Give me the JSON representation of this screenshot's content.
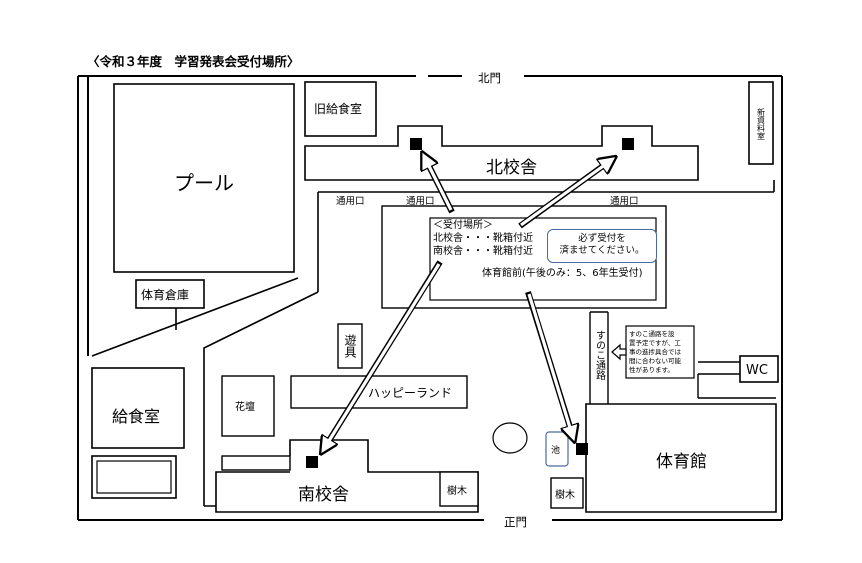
{
  "title": "〈令和３年度　学習発表会受付場所〉",
  "gates": {
    "north": "北門",
    "south": "正門"
  },
  "buildings": {
    "pool": "プール",
    "old_kitchen": "旧給食室",
    "new_material_room": "新資料室",
    "north_school": "北校舎",
    "pe_storage": "体育倉庫",
    "kitchen": "給食室",
    "flower_bed": "花壇",
    "happy_land": "ハッピーランド",
    "playground_equipment": "遊具",
    "south_school": "南校舎",
    "trees_left": "樹木",
    "trees_right": "樹木",
    "pond": "池",
    "gym": "体育館",
    "wc": "WC",
    "sunoko_path": "すのこ通路"
  },
  "entrances": {
    "left": "通用口",
    "middle": "通用口",
    "right": "通用口"
  },
  "reception": {
    "heading": "＜受付場所＞",
    "north_line": "北校舎・・・靴箱付近",
    "south_line": "南校舎・・・靴箱付近",
    "gym_line": "体育館前(午後のみ：5、6年生受付)",
    "notice": "必ず受付を済ませてください。",
    "notice_line1": "必ず受付を",
    "notice_line2": "済ませてください。"
  },
  "path_note": {
    "text": "すのこ通路を設置予定ですが、工事の進捗具合では間に合わない可能性があります。",
    "line1": "すのこ通路を設",
    "line2": "置予定ですが、工",
    "line3": "事の進捗具合では",
    "line4": "間に合わない可能",
    "line5": "性があります。"
  }
}
